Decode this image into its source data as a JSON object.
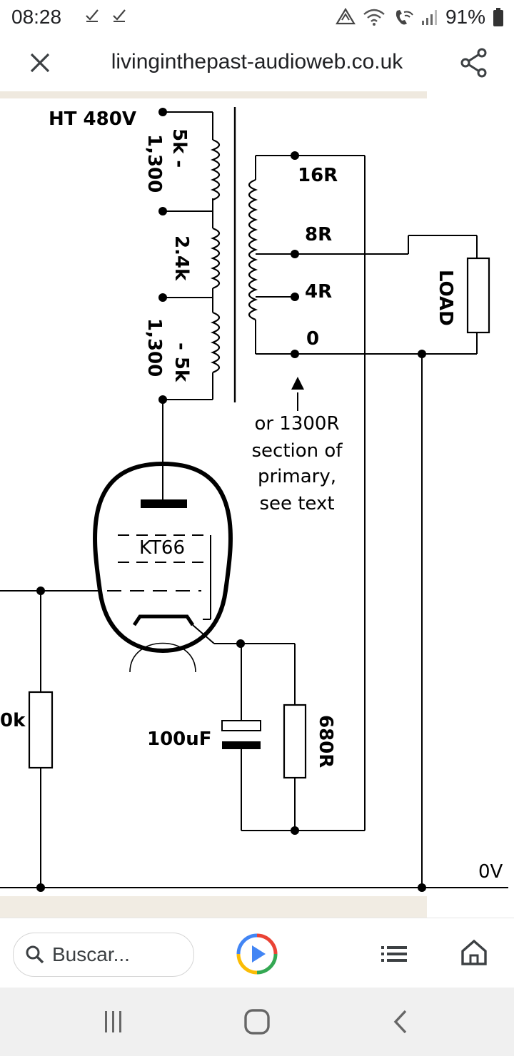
{
  "status_bar": {
    "time": "08:28",
    "battery_percent": "91%",
    "icons": [
      "check-icon",
      "check-icon",
      "data-saver-icon",
      "wifi-icon",
      "wifi-calling-icon",
      "signal-icon",
      "battery-icon"
    ]
  },
  "browser": {
    "url": "livinginthepast-audioweb.co.uk",
    "close_icon": "close-icon",
    "share_icon": "share-icon"
  },
  "schematic": {
    "ht_label": "HT 480V",
    "primary_taps": {
      "top_a": "5k -",
      "top_b": "1,300",
      "middle": "2.4k",
      "bottom_a": "1,300",
      "bottom_b": "- 5k"
    },
    "secondary_taps": [
      "16R",
      "8R",
      "4R",
      "0"
    ],
    "load_label": "LOAD",
    "note_lines": [
      "or 1300R",
      "section of",
      "primary,",
      "see text"
    ],
    "tube_label": "KT66",
    "capacitor_label": "100uF",
    "resistor_label": "680R",
    "grid_resistor_label": "0k",
    "ground_label": "0V"
  },
  "bottom_toolbar": {
    "search_placeholder": "Buscar...",
    "icons": [
      "search-icon",
      "google-lens-icon",
      "list-icon",
      "home-icon"
    ]
  },
  "nav_bar": {
    "icons": [
      "recent-apps-icon",
      "home-button-icon",
      "back-icon"
    ]
  },
  "colors": {
    "ink": "#000000",
    "paper": "#efe9df",
    "nav_bg": "#f0f0f0",
    "lens_blue": "#4285f4",
    "lens_red": "#ea4335",
    "lens_yellow": "#fbbc05",
    "lens_green": "#34a853"
  }
}
